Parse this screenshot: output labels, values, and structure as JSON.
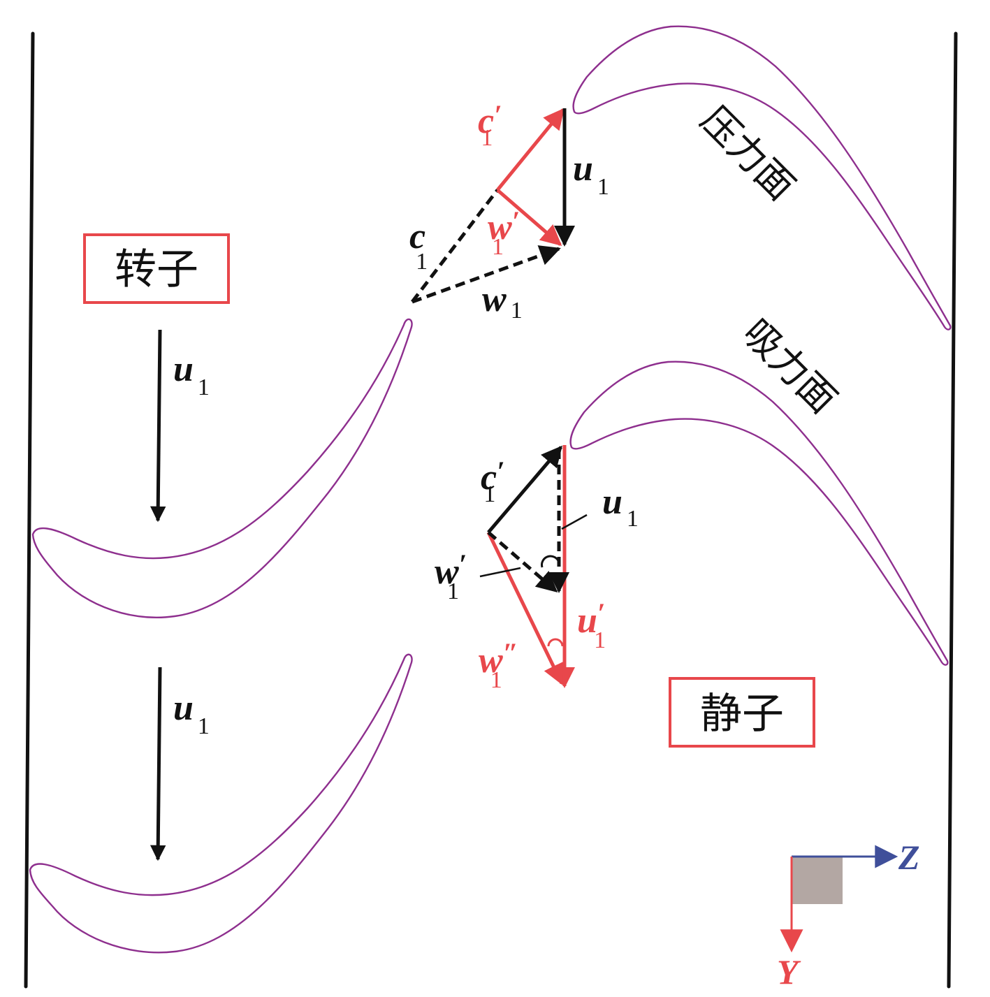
{
  "colors": {
    "blade": "#8e2f8e",
    "black": "#111111",
    "red": "#e8474b",
    "axis_z": "#3f4f9a",
    "axis_y": "#e8474b",
    "axis_box": "#b3a7a3"
  },
  "labels": {
    "rotor": "转子",
    "stator": "静子",
    "pressure_surface": "压力面",
    "suction_surface": "吸力面"
  },
  "rotor_arrows": [
    {
      "symbol": "u",
      "sub": "1"
    },
    {
      "symbol": "u",
      "sub": "1"
    }
  ],
  "upper_triangle": {
    "c1_prime": {
      "symbol": "c",
      "prime": "′",
      "sub": "1"
    },
    "u1": {
      "symbol": "u",
      "sub": "1"
    },
    "w1_prime": {
      "symbol": "w",
      "prime": "′",
      "sub": "1"
    },
    "c1": {
      "symbol": "c",
      "sub": "1"
    },
    "w1": {
      "symbol": "w",
      "sub": "1"
    }
  },
  "lower_triangle": {
    "c1_prime": {
      "symbol": "c",
      "prime": "′",
      "sub": "1"
    },
    "u1": {
      "symbol": "u",
      "sub": "1"
    },
    "w1_prime": {
      "symbol": "w",
      "prime": "′",
      "sub": "1"
    },
    "u1_prime": {
      "symbol": "u",
      "prime": "′",
      "sub": "1"
    },
    "w1_double_prime": {
      "symbol": "w",
      "prime": "″",
      "sub": "1"
    }
  },
  "axes": {
    "z_label": "Z",
    "y_label": "Y"
  }
}
